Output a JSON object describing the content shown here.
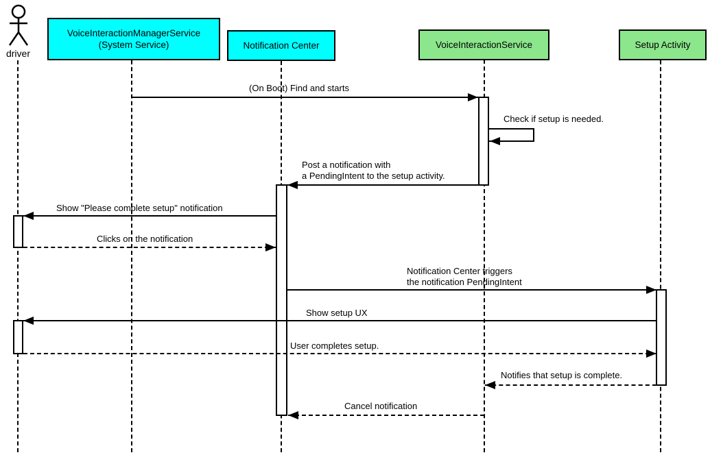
{
  "diagram": {
    "type": "uml-sequence",
    "colors": {
      "system_participant_fill": "#00ffff",
      "app_participant_fill": "#8ce68c",
      "stroke": "#000000",
      "background": "#ffffff"
    },
    "participants": [
      {
        "kind": "actor",
        "label": "driver"
      },
      {
        "kind": "object",
        "label": "VoiceInteractionManagerService\n(System Service)",
        "fill": "#00ffff"
      },
      {
        "kind": "object",
        "label": "Notification Center",
        "fill": "#00ffff"
      },
      {
        "kind": "object",
        "label": "VoiceInteractionService",
        "fill": "#8ce68c"
      },
      {
        "kind": "object",
        "label": "Setup Activity",
        "fill": "#8ce68c"
      }
    ],
    "messages": [
      {
        "from": "VoiceInteractionManagerService (System Service)",
        "to": "VoiceInteractionService",
        "label": "(On Boot) Find and starts",
        "line": "solid"
      },
      {
        "from": "VoiceInteractionService",
        "to": "VoiceInteractionService",
        "label": "Check if setup is needed.",
        "line": "solid",
        "self_message": true
      },
      {
        "from": "VoiceInteractionService",
        "to": "Notification Center",
        "label": "Post a notification with\na PendingIntent to the setup activity.",
        "line": "solid"
      },
      {
        "from": "Notification Center",
        "to": "driver",
        "label": "Show \"Please complete setup\" notification",
        "line": "solid"
      },
      {
        "from": "driver",
        "to": "Notification Center",
        "label": "Clicks on the notification",
        "line": "dashed"
      },
      {
        "from": "Notification Center",
        "to": "Setup Activity",
        "label": "Notification Center triggers\nthe notification PendingIntent",
        "line": "solid"
      },
      {
        "from": "Setup Activity",
        "to": "driver",
        "label": "Show setup UX",
        "line": "solid"
      },
      {
        "from": "driver",
        "to": "Setup Activity",
        "label": "User completes setup.",
        "line": "dashed"
      },
      {
        "from": "Setup Activity",
        "to": "VoiceInteractionService",
        "label": "Notifies that setup is complete.",
        "line": "dashed"
      },
      {
        "from": "VoiceInteractionService",
        "to": "Notification Center",
        "label": "Cancel notification",
        "line": "dashed"
      }
    ]
  }
}
